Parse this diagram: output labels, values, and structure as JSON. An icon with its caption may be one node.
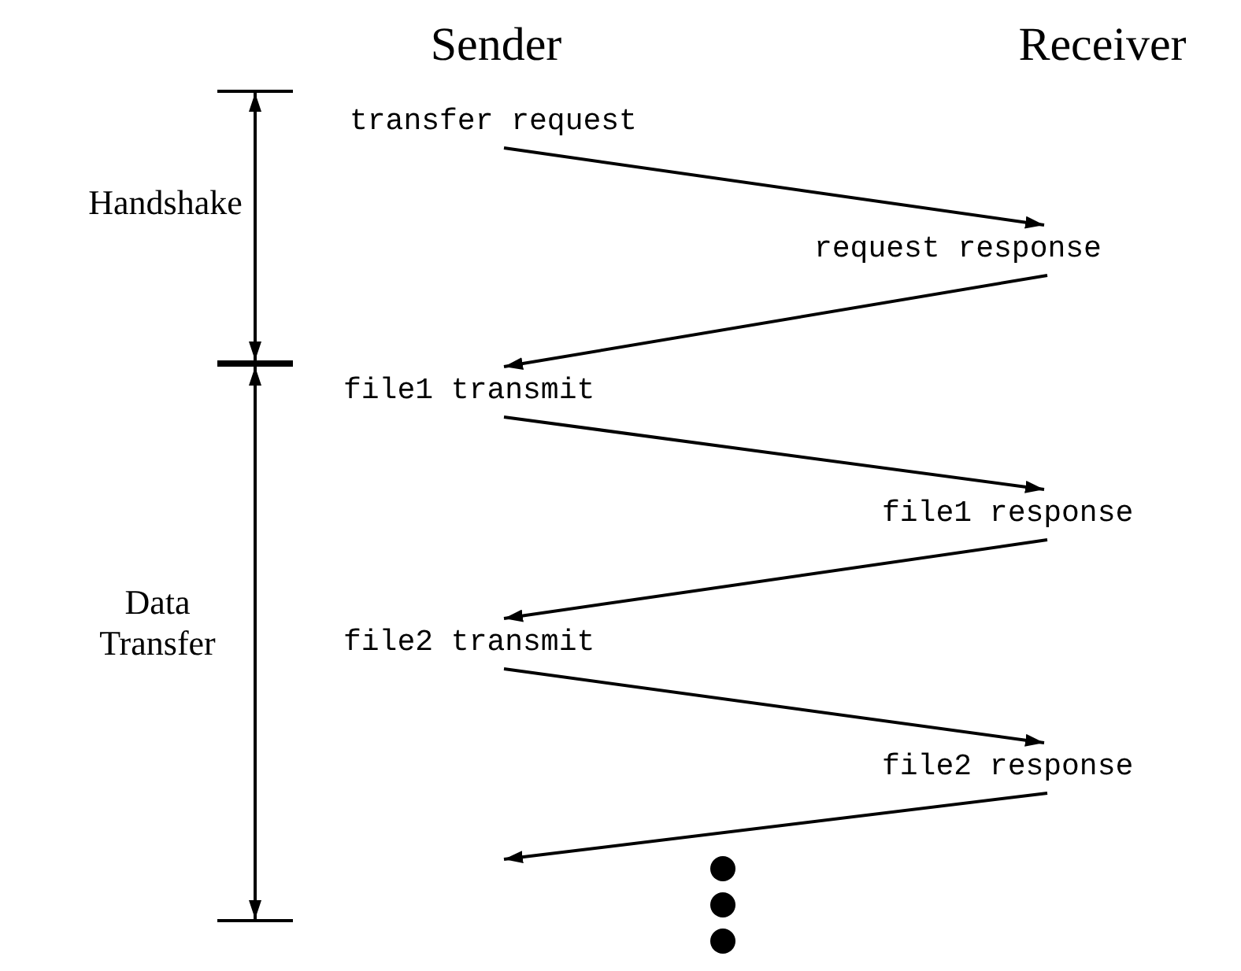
{
  "diagram": {
    "nodes": [
      {
        "text": [
          "transfer request"
        ]
      },
      {
        "text": [
          "request response"
        ]
      },
      {
        "text": [
          "file1 transmit"
        ]
      },
      {
        "text": [
          "file1 response"
        ]
      },
      {
        "text": [
          "file2 transmit"
        ]
      },
      {
        "text": [
          "file2 response"
        ]
      }
    ],
    "edges": [
      {
        "from": 0,
        "to": 1,
        "arrow": "to"
      },
      {
        "from": 1,
        "to": 2,
        "arrow": "to"
      },
      {
        "from": 2,
        "to": 3,
        "arrow": "to"
      },
      {
        "from": 3,
        "to": 4,
        "arrow": "to"
      },
      {
        "from": 4,
        "to": 5,
        "arrow": "to"
      },
      {
        "from": 5,
        "to": null,
        "arrow": "to"
      }
    ],
    "labels": [
      "Sender",
      "Receiver",
      "Handshake",
      "Data Transfer"
    ]
  }
}
